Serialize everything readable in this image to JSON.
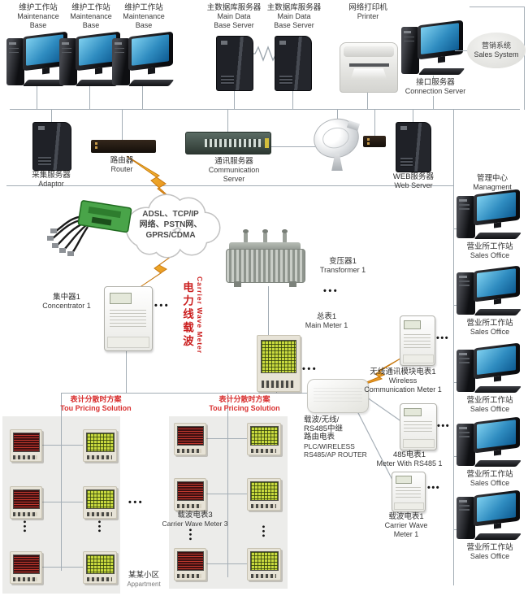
{
  "top": {
    "maintenance": {
      "zh": "维护工作站",
      "en1": "Maintenance",
      "en2": "Base"
    },
    "main_db": {
      "zh": "主数据库服务器",
      "en1": "Main Data",
      "en2": "Base Server"
    },
    "printer": {
      "zh": "网络打印机",
      "en": "Printer"
    },
    "connection": {
      "zh": "接口服务器",
      "en": "Connection Server"
    },
    "sales_system": {
      "zh": "营销系统",
      "en": "Sales System"
    }
  },
  "mid": {
    "adaptor": {
      "zh": "采集服务器",
      "en": "Adaptor"
    },
    "router": {
      "zh": "路由器",
      "en": "Router"
    },
    "comm": {
      "zh": "通讯服务器",
      "en1": "Communication",
      "en2": "Server"
    },
    "web": {
      "zh": "WEB服务器",
      "en": "Web Server"
    },
    "management": {
      "zh": "管理中心",
      "en": "Managment"
    }
  },
  "cloud": {
    "l1": "ADSL、TCP/IP",
    "l2": "网络、PSTN网、",
    "l3": "GPRS/CDMA"
  },
  "field": {
    "concentrator": {
      "zh": "集中器1",
      "en": "Concentrator 1"
    },
    "carrier": {
      "zh": "电力线载波",
      "en": "Carrier Wave Meter"
    },
    "transformer": {
      "zh": "变压器1",
      "en": "Transformer 1"
    },
    "main_meter": {
      "zh": "总表1",
      "en": "Main Meter 1"
    },
    "plc": {
      "l1": "载波/无线/",
      "l2": "RS485中继",
      "l3": "路由电表",
      "l4": "PLC/WIRELESS",
      "l5": "RS485/AP ROUTER"
    },
    "wireless": {
      "zh": "无线通讯模块电表1",
      "en1": "Wireless",
      "en2": "Communication Meter 1"
    },
    "rs485": {
      "zh": "485电表1",
      "en": "Meter With RS485 1"
    },
    "carrier1": {
      "zh": "载波电表1",
      "en1": "Carrier Wave",
      "en2": "Meter 1"
    },
    "carrier3": {
      "zh": "载波电表3",
      "en": "Carrier Wave Meter 3"
    },
    "tou": {
      "zh": "表计分散时方案",
      "en": "Tou Pricing Solution"
    },
    "apartment": {
      "zh": "某某小区",
      "en": "Appartment"
    }
  },
  "sales": {
    "zh": "营业所工作站",
    "en": "Sales Office"
  },
  "marks": {
    "hdots": "•••",
    "vdots": "•••"
  }
}
